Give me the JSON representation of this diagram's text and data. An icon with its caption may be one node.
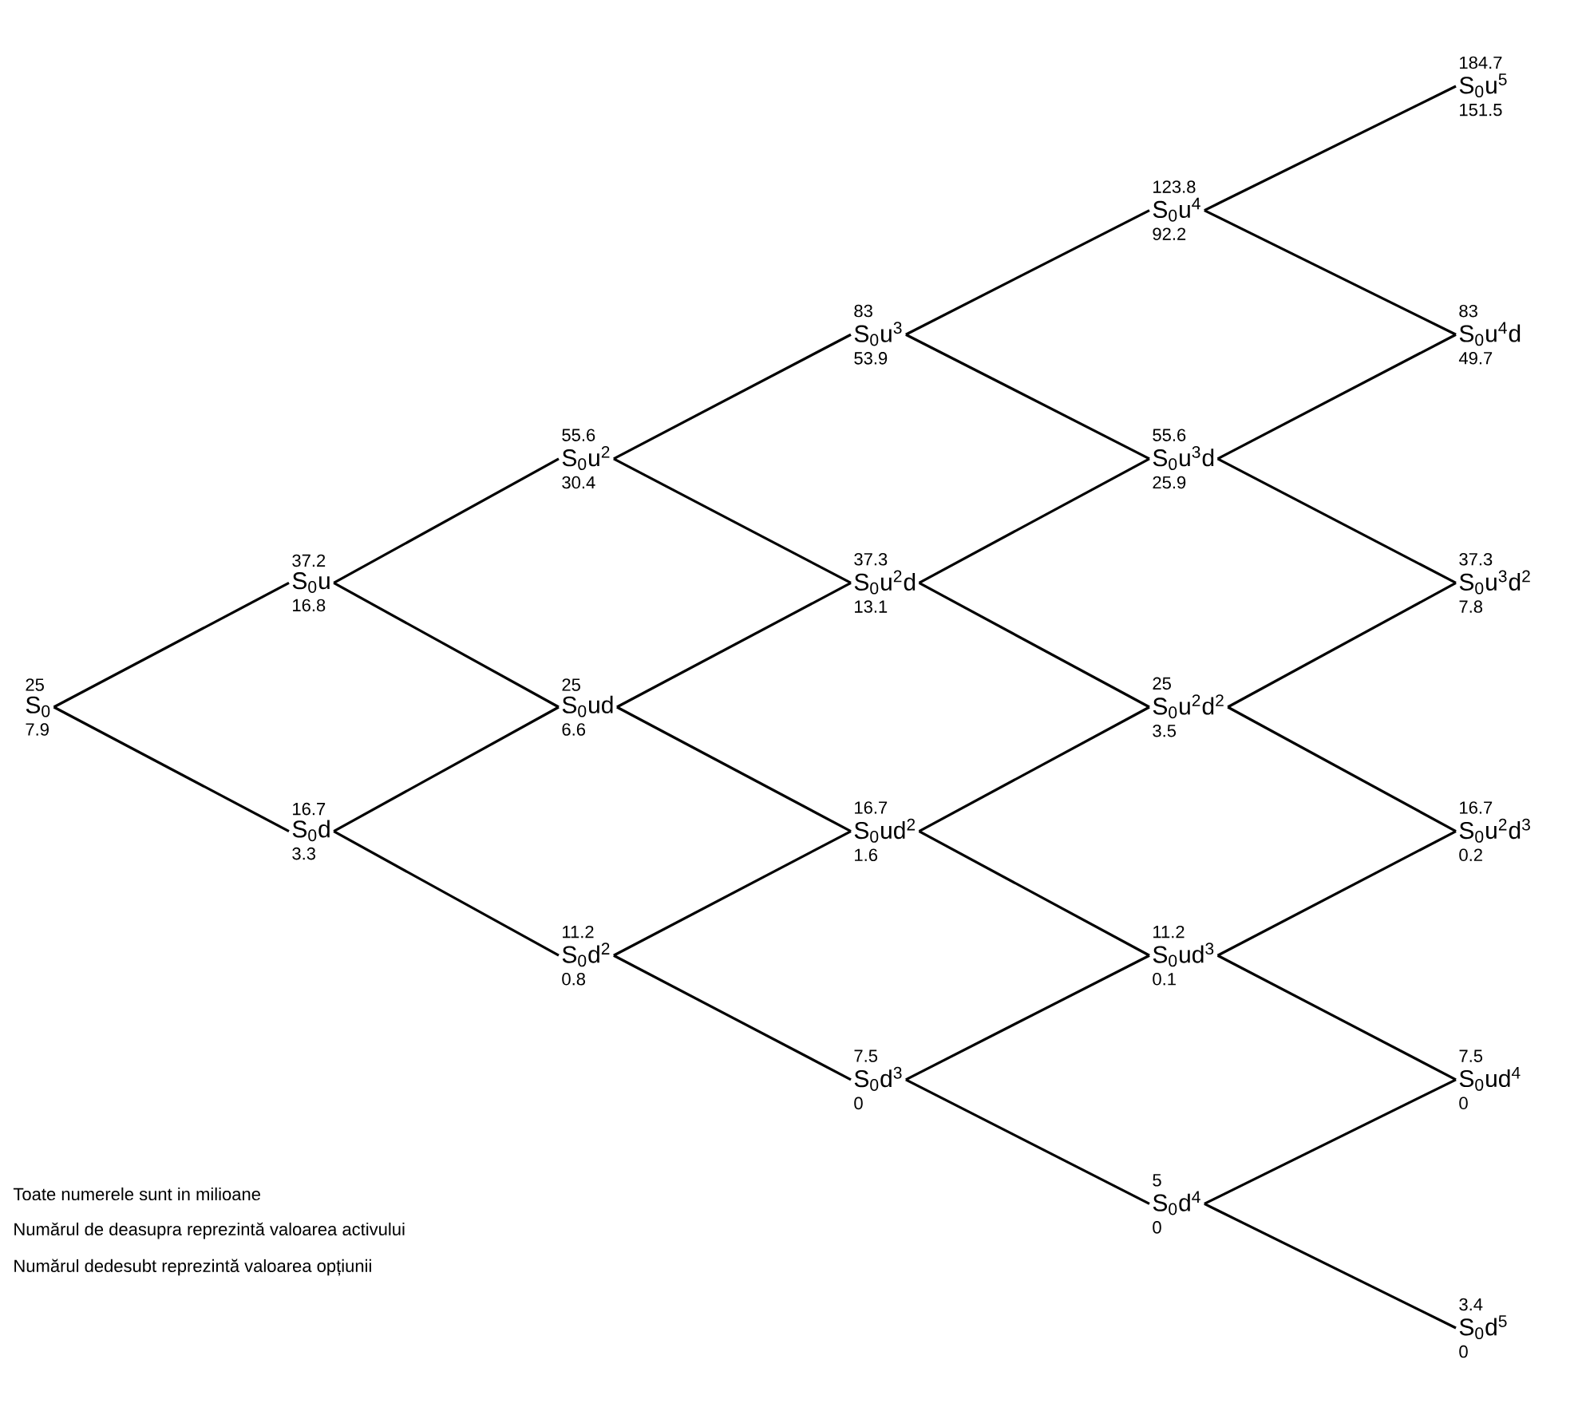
{
  "diagram": {
    "nodes": [
      {
        "text": [
          "25",
          "S$_{0}$",
          "7.9"
        ]
      },
      {
        "text": [
          "37.2",
          "S$_{0}$u",
          "16.8"
        ]
      },
      {
        "text": [
          "16.7",
          "S$_{0}$d",
          "3.3"
        ]
      },
      {
        "text": [
          "55.6",
          "S$_{0}$u$^{2}$",
          "30.4"
        ]
      },
      {
        "text": [
          "25",
          "S$_{0}$ud",
          "6.6"
        ]
      },
      {
        "text": [
          "11.2",
          "S$_{0}$d$^{2}$",
          "0.8"
        ]
      },
      {
        "text": [
          "83",
          "S$_{0}$u$^{3}$",
          "53.9"
        ]
      },
      {
        "text": [
          "37.3",
          "S$_{0}$u$^{2}$d",
          "13.1"
        ]
      },
      {
        "text": [
          "16.7",
          "S$_{0}$ud$^{2}$",
          "1.6"
        ]
      },
      {
        "text": [
          "7.5",
          "S$_{0}$d$^{3}$",
          "0"
        ]
      },
      {
        "text": [
          "123.8",
          "S$_{0}$u$^{4}$",
          "92.2"
        ]
      },
      {
        "text": [
          "55.6",
          "S$_{0}$u$^{3}$d",
          "25.9"
        ]
      },
      {
        "text": [
          "25",
          "S$_{0}$u$^{2}$d$^{2}$",
          "3.5"
        ]
      },
      {
        "text": [
          "11.2",
          "S$_{0}$ud$^{3}$",
          "0.1"
        ]
      },
      {
        "text": [
          "5",
          "S$_{0}$d$^{4}$",
          "0"
        ]
      },
      {
        "text": [
          "184.7",
          "S$_{0}$u$^{5}$",
          "151.5"
        ]
      },
      {
        "text": [
          "83",
          "S$_{0}$u$^{4}$d",
          "49.7"
        ]
      },
      {
        "text": [
          "37.3",
          "S$_{0}$u$^{3}$d$^{2}$",
          "7.8"
        ]
      },
      {
        "text": [
          "16.7",
          "S$_{0}$u$^{2}$d$^{3}$",
          "0.2"
        ]
      },
      {
        "text": [
          "7.5",
          "S$_{0}$ud$^{4}$",
          "0"
        ]
      },
      {
        "text": [
          "3.4",
          "S$_{0}$d$^{5}$",
          "0"
        ]
      }
    ],
    "edges": [
      {
        "from": 0,
        "to": 1,
        "arrow": "none"
      },
      {
        "from": 0,
        "to": 2,
        "arrow": "none"
      },
      {
        "from": 1,
        "to": 3,
        "arrow": "none"
      },
      {
        "from": 1,
        "to": 4,
        "arrow": "none"
      },
      {
        "from": 2,
        "to": 4,
        "arrow": "none"
      },
      {
        "from": 2,
        "to": 5,
        "arrow": "none"
      },
      {
        "from": 3,
        "to": 6,
        "arrow": "none"
      },
      {
        "from": 3,
        "to": 7,
        "arrow": "none"
      },
      {
        "from": 4,
        "to": 7,
        "arrow": "none"
      },
      {
        "from": 4,
        "to": 8,
        "arrow": "none"
      },
      {
        "from": 5,
        "to": 8,
        "arrow": "none"
      },
      {
        "from": 5,
        "to": 9,
        "arrow": "none"
      },
      {
        "from": 6,
        "to": 10,
        "arrow": "none"
      },
      {
        "from": 6,
        "to": 11,
        "arrow": "none"
      },
      {
        "from": 7,
        "to": 11,
        "arrow": "none"
      },
      {
        "from": 7,
        "to": 12,
        "arrow": "none"
      },
      {
        "from": 8,
        "to": 12,
        "arrow": "none"
      },
      {
        "from": 8,
        "to": 13,
        "arrow": "none"
      },
      {
        "from": 9,
        "to": 13,
        "arrow": "none"
      },
      {
        "from": 9,
        "to": 14,
        "arrow": "none"
      },
      {
        "from": 10,
        "to": 15,
        "arrow": "none"
      },
      {
        "from": 10,
        "to": 16,
        "arrow": "none"
      },
      {
        "from": 11,
        "to": 16,
        "arrow": "none"
      },
      {
        "from": 11,
        "to": 17,
        "arrow": "none"
      },
      {
        "from": 12,
        "to": 17,
        "arrow": "none"
      },
      {
        "from": 12,
        "to": 18,
        "arrow": "none"
      },
      {
        "from": 13,
        "to": 18,
        "arrow": "none"
      },
      {
        "from": 13,
        "to": 19,
        "arrow": "none"
      },
      {
        "from": 14,
        "to": 19,
        "arrow": "none"
      },
      {
        "from": 14,
        "to": 20,
        "arrow": "none"
      }
    ],
    "labels": [
      "Toate numerele sunt in milioane",
      "Numărul de deasupra reprezintă valoarea activului",
      "Numărul dedesubt reprezintă valoarea opțiunii"
    ]
  }
}
